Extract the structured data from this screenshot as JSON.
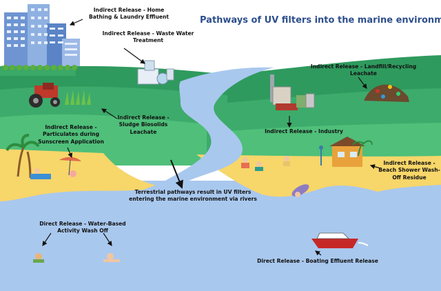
{
  "title": "Pathways of UV filters into the marine environment",
  "labels": {
    "home": "Indirect Release - Home\nBathing & Laundry Effluent",
    "wastewater": "Indirect Release - Waste Water\nTreatment",
    "landfill": "Indirect Release - Landfill/Recycling\nLeachate",
    "sludge": "Indirect Release -\nSludge Biosolids\nLeachate",
    "particulates": "Indirect Release -\nParticulates during\nSunscreen Application",
    "industry": "Indirect Release - Industry",
    "beach_shower": "Indirect Release -\nBeach Shower Wash-\nOff Residue",
    "terrestrial": "Terrestrial pathways result in UV filters\nentering the marine environment via rivers",
    "water_activity": "Direct Release - Water-Based\nActivity Wash Off",
    "boating": "Direct Release - Boating Effluent Release"
  },
  "colors": {
    "sky": "#ffffff",
    "dark_green": "#2f9a5e",
    "light_green": "#4fbf7a",
    "river": "#a9c8ee",
    "sea": "#a9c8ee",
    "sand": "#f7d66a",
    "title": "#2d4f8c"
  }
}
